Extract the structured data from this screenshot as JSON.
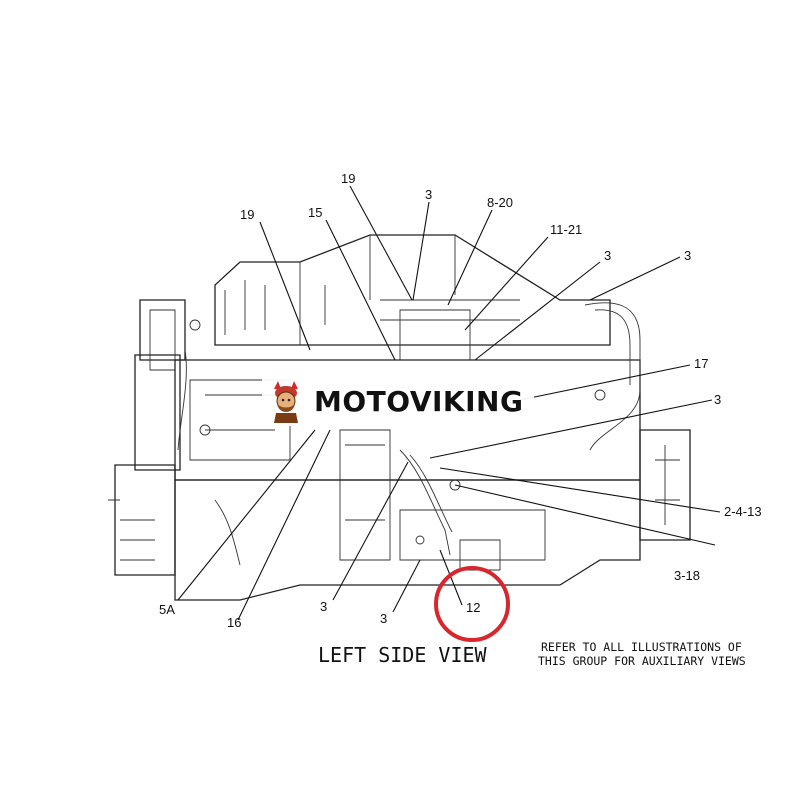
{
  "diagram": {
    "callouts": [
      {
        "id": "c19a",
        "text": "19"
      },
      {
        "id": "c3a",
        "text": "3"
      },
      {
        "id": "c820",
        "text": "8-20"
      },
      {
        "id": "c19b",
        "text": "19"
      },
      {
        "id": "c15",
        "text": "15"
      },
      {
        "id": "c1121",
        "text": "11-21"
      },
      {
        "id": "c3b",
        "text": "3"
      },
      {
        "id": "c3c",
        "text": "3"
      },
      {
        "id": "c17",
        "text": "17"
      },
      {
        "id": "c3d",
        "text": "3"
      },
      {
        "id": "c2413",
        "text": "2-4-13"
      },
      {
        "id": "c318",
        "text": "3-18"
      },
      {
        "id": "c12",
        "text": "12"
      },
      {
        "id": "c5a",
        "text": "5A"
      },
      {
        "id": "c16",
        "text": "16"
      },
      {
        "id": "c3e",
        "text": "3"
      },
      {
        "id": "c3f",
        "text": "3"
      }
    ],
    "view_title": "LEFT SIDE VIEW",
    "note_line1": "REFER TO ALL ILLUSTRATIONS OF",
    "note_line2": "THIS GROUP FOR AUXILIARY VIEWS",
    "highlight_color": "#d9262c"
  },
  "watermark": {
    "text": "MOTOVIKING",
    "logo_icon": "viking-mascot-icon"
  }
}
